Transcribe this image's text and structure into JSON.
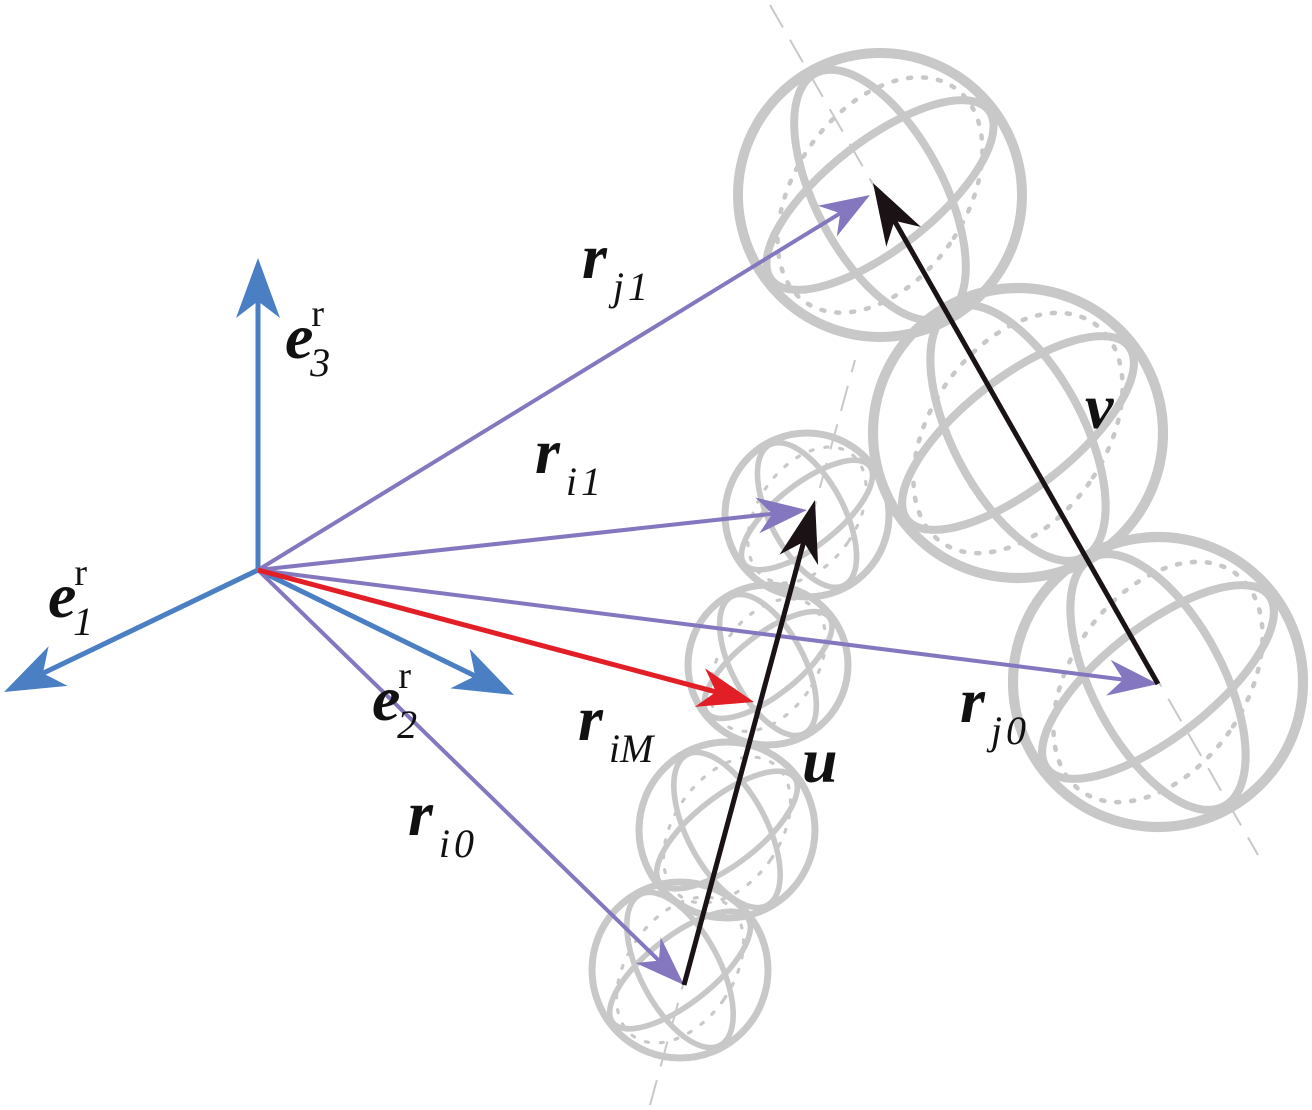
{
  "colors": {
    "axis": "#4a7fc4",
    "position_vector": "#8577bf",
    "midpoint_vector": "#e21f26",
    "segment_vector": "#1a1214",
    "sphere": "#c8c8c8"
  },
  "labels": {
    "e1": {
      "main": "e",
      "sub": "1",
      "sup": "r"
    },
    "e2": {
      "main": "e",
      "sub": "2",
      "sup": "r"
    },
    "e3": {
      "main": "e",
      "sub": "3",
      "sup": "r"
    },
    "ri0": {
      "main": "r",
      "sub_a": "i",
      "sub_b": "0"
    },
    "ri1": {
      "main": "r",
      "sub_a": "i",
      "sub_b": "1"
    },
    "riM": {
      "main": "r",
      "sub_a": "iM",
      "sub_b": ""
    },
    "rj0": {
      "main": "r",
      "sub_a": "j",
      "sub_b": "0"
    },
    "rj1": {
      "main": "r",
      "sub_a": "j",
      "sub_b": "1"
    },
    "u": "u",
    "v": "v"
  }
}
